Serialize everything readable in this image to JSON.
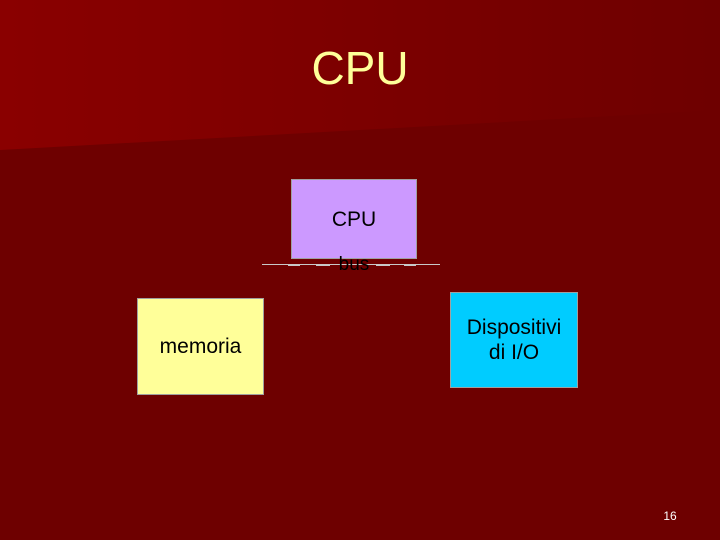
{
  "slide": {
    "title": "CPU",
    "page_number": "16"
  },
  "diagram": {
    "cpu_label": "CPU",
    "bus_label": "bus",
    "memory_label": "memoria",
    "io_label_line1": "Dispositivi",
    "io_label_line2": "di I/O"
  },
  "colors": {
    "background": "#6e0000",
    "title_text": "#ffff99",
    "cpu_box": "#cc99ff",
    "memory_box": "#ffff99",
    "io_box": "#00ccff"
  }
}
